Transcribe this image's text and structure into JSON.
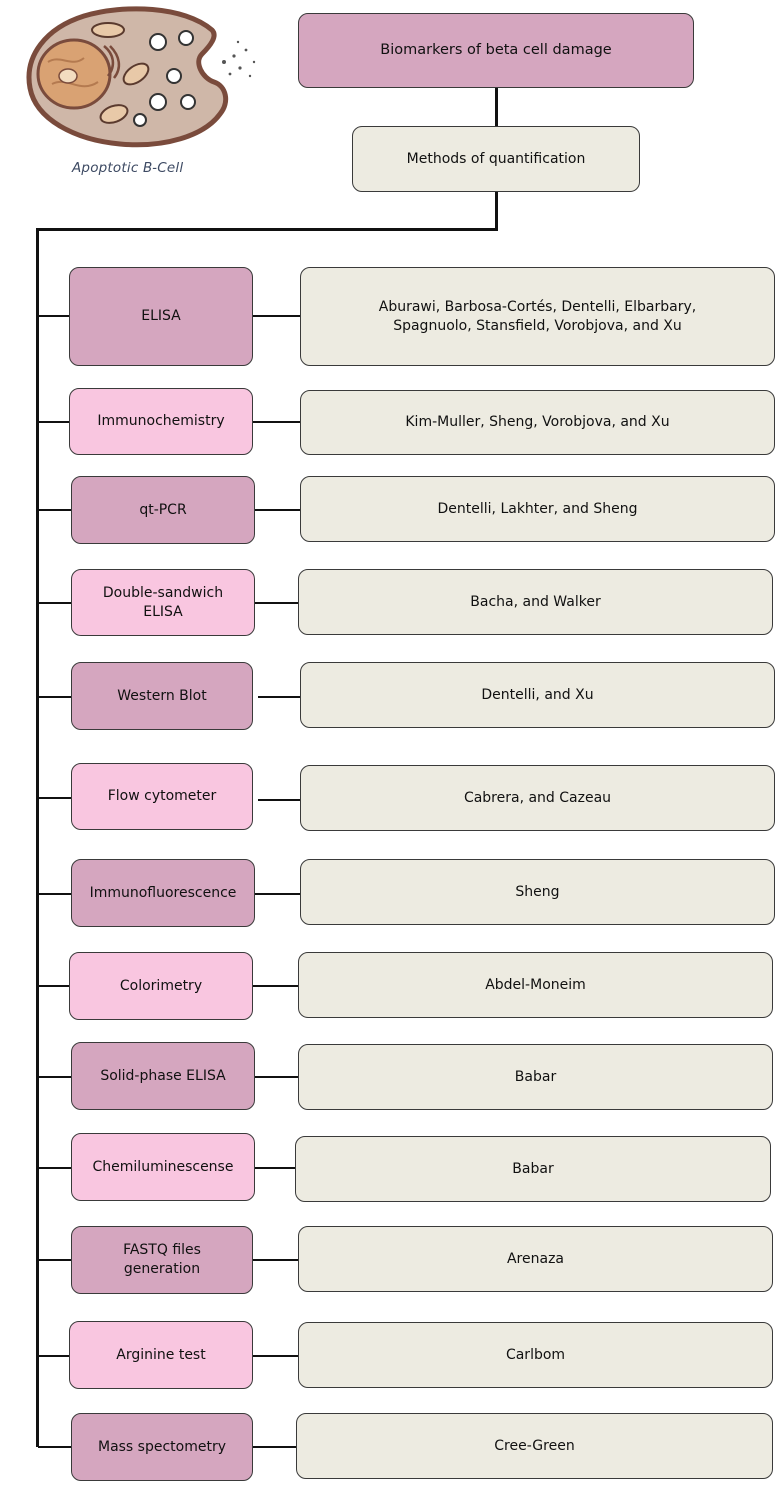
{
  "illustration": {
    "caption": "Apoptotic B-Cell",
    "icon": "apoptotic-cell-icon",
    "colors": {
      "membrane": "#7a4b3c",
      "cytoplasm": "#cfb7a8",
      "nucleus": "#d9a273"
    }
  },
  "header": {
    "title": "Biomarkers of beta cell damage",
    "subtitle": "Methods of quantification"
  },
  "methods": [
    {
      "method": "ELISA",
      "authors": "Aburawi, Barbosa-Cortés, Dentelli, Elbarbary, Spagnuolo, Stansfield, Vorobjova, and Xu"
    },
    {
      "method": "Immunochemistry",
      "authors": "Kim-Muller, Sheng, Vorobjova, and Xu"
    },
    {
      "method": "qt-PCR",
      "authors": "Dentelli, Lakhter, and Sheng"
    },
    {
      "method": "Double-sandwich ELISA",
      "authors": "Bacha, and Walker"
    },
    {
      "method": "Western Blot",
      "authors": "Dentelli, and Xu"
    },
    {
      "method": "Flow cytometer",
      "authors": "Cabrera, and Cazeau"
    },
    {
      "method": "Immunofluorescence",
      "authors": "Sheng"
    },
    {
      "method": "Colorimetry",
      "authors": "Abdel-Moneim"
    },
    {
      "method": "Solid-phase ELISA",
      "authors": "Babar"
    },
    {
      "method": "Chemiluminescense",
      "authors": "Babar"
    },
    {
      "method": "FASTQ files generation",
      "authors": "Arenaza"
    },
    {
      "method": "Arginine test",
      "authors": "Carlbom"
    },
    {
      "method": "Mass spectometry",
      "authors": "Cree-Green"
    }
  ],
  "colors": {
    "title_box": "#d5a6bf",
    "method_dark": "#d5a6bf",
    "method_light": "#f9c6e0",
    "author_box": "#edebe1",
    "connector": "#111111"
  }
}
